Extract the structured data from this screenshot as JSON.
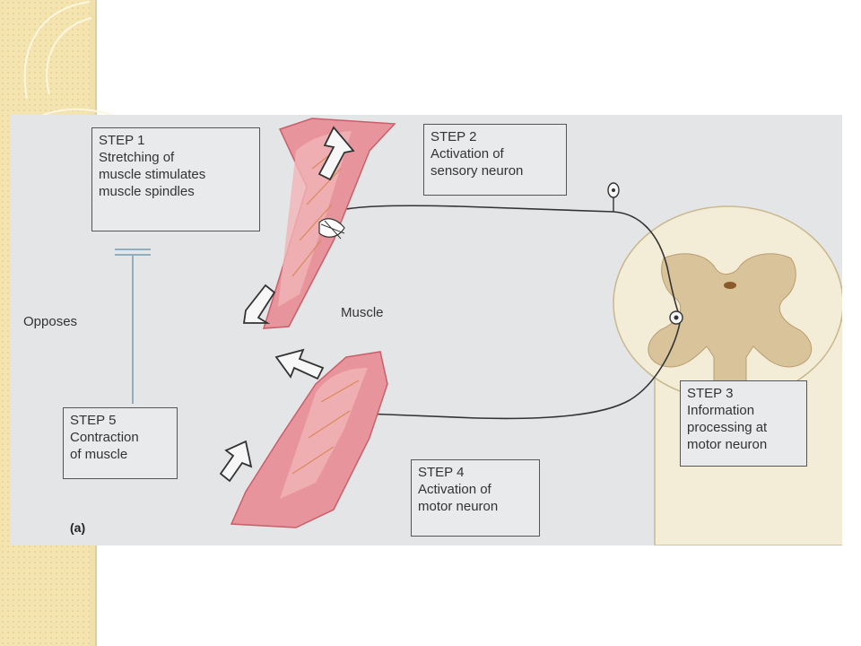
{
  "diagram": {
    "steps": [
      {
        "id": "step1",
        "title": "STEP 1",
        "lines": [
          "Stretching of",
          "muscle stimulates",
          "muscle spindles"
        ]
      },
      {
        "id": "step2",
        "title": "STEP 2",
        "lines": [
          "Activation of",
          "sensory neuron"
        ]
      },
      {
        "id": "step3",
        "title": "STEP 3",
        "lines": [
          "Information",
          "processing at",
          "motor neuron"
        ]
      },
      {
        "id": "step4",
        "title": "STEP 4",
        "lines": [
          "Activation of",
          "motor neuron"
        ]
      },
      {
        "id": "step5",
        "title": "STEP 5",
        "lines": [
          "Contraction",
          "of muscle"
        ]
      }
    ],
    "labels": {
      "muscle": "Muscle",
      "opposes": "Opposes",
      "figure_letter": "(a)"
    },
    "colors": {
      "muscle": "#e7949c",
      "muscle_edge": "#c95f6a",
      "spinal_gray": "#d9c39a",
      "spinal_white": "#f3ecd6",
      "figure_bg": "#e4e5e7",
      "slide_strip": "#f4e4b0"
    }
  }
}
